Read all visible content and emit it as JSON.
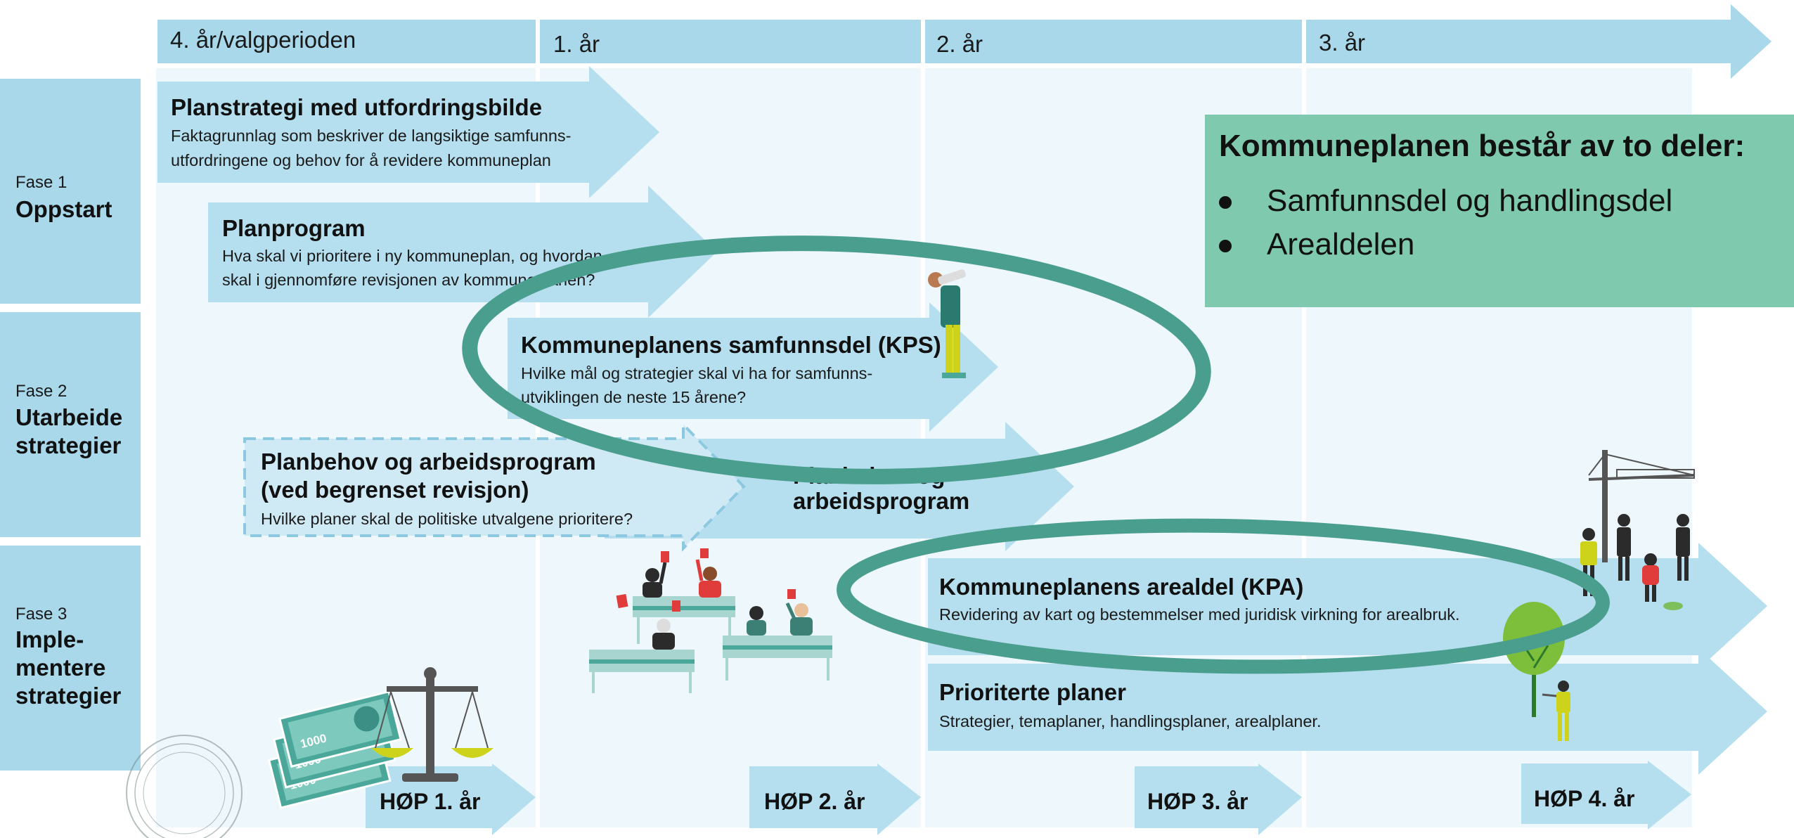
{
  "timeline": {
    "years": [
      "4. år/valgperioden",
      "1. år",
      "2. år",
      "3. år"
    ]
  },
  "phases": [
    {
      "small": "Fase 1",
      "big_lines": [
        "Oppstart"
      ]
    },
    {
      "small": "Fase 2",
      "big_lines": [
        "Utarbeide",
        "strategier"
      ]
    },
    {
      "small": "Fase 3",
      "big_lines": [
        "Imple-",
        "mentere",
        "strategier"
      ]
    }
  ],
  "arrows": {
    "planstrategi": {
      "title": "Planstrategi med utfordringsbilde",
      "desc_lines": [
        "Faktagrunnlag som beskriver de langsiktige samfunns-",
        "utfordringene og behov for å revidere kommuneplan"
      ]
    },
    "planprogram": {
      "title": "Planprogram",
      "desc_lines": [
        "Hva skal vi prioritere i ny kommuneplan, og hvordan",
        "skal i gjennomføre revisjonen av kommuneplanen?"
      ]
    },
    "kps": {
      "title": "Kommuneplanens samfunnsdel (KPS)",
      "desc_lines": [
        "Hvilke mål og strategier skal vi ha for samfunns-",
        "utviklingen de neste 15 årene?"
      ]
    },
    "planbehov_limited": {
      "title_lines": [
        "Planbehov og arbeidsprogram",
        "(ved begrenset revisjon)"
      ],
      "desc": "Hvilke planer skal de politiske utvalgene prioritere?"
    },
    "planbehov": {
      "title_lines": [
        "Planbehov og",
        "arbeidsprogram"
      ]
    },
    "kpa": {
      "title": "Kommuneplanens arealdel (KPA)",
      "desc": "Revidering av kart og bestemmelser med juridisk virkning for arealbruk."
    },
    "prioriterte": {
      "title": "Prioriterte planer",
      "desc": "Strategier, temaplaner, handlingsplaner, arealplaner."
    }
  },
  "hop": [
    "HØP 1. år",
    "HØP 2. år",
    "HØP 3. år",
    "HØP 4. år"
  ],
  "info_box": {
    "title": "Kommuneplanen består av to deler:",
    "items": [
      "Samfunnsdel og handlingsdel",
      "Arealdelen"
    ]
  },
  "banknote_value": "1000",
  "colors": {
    "header": "#a8d8ea",
    "arrow": "#b5dfee",
    "panel": "#eef7fb",
    "ellipse": "#4a9e8e",
    "info_box": "#7fcaaf"
  }
}
